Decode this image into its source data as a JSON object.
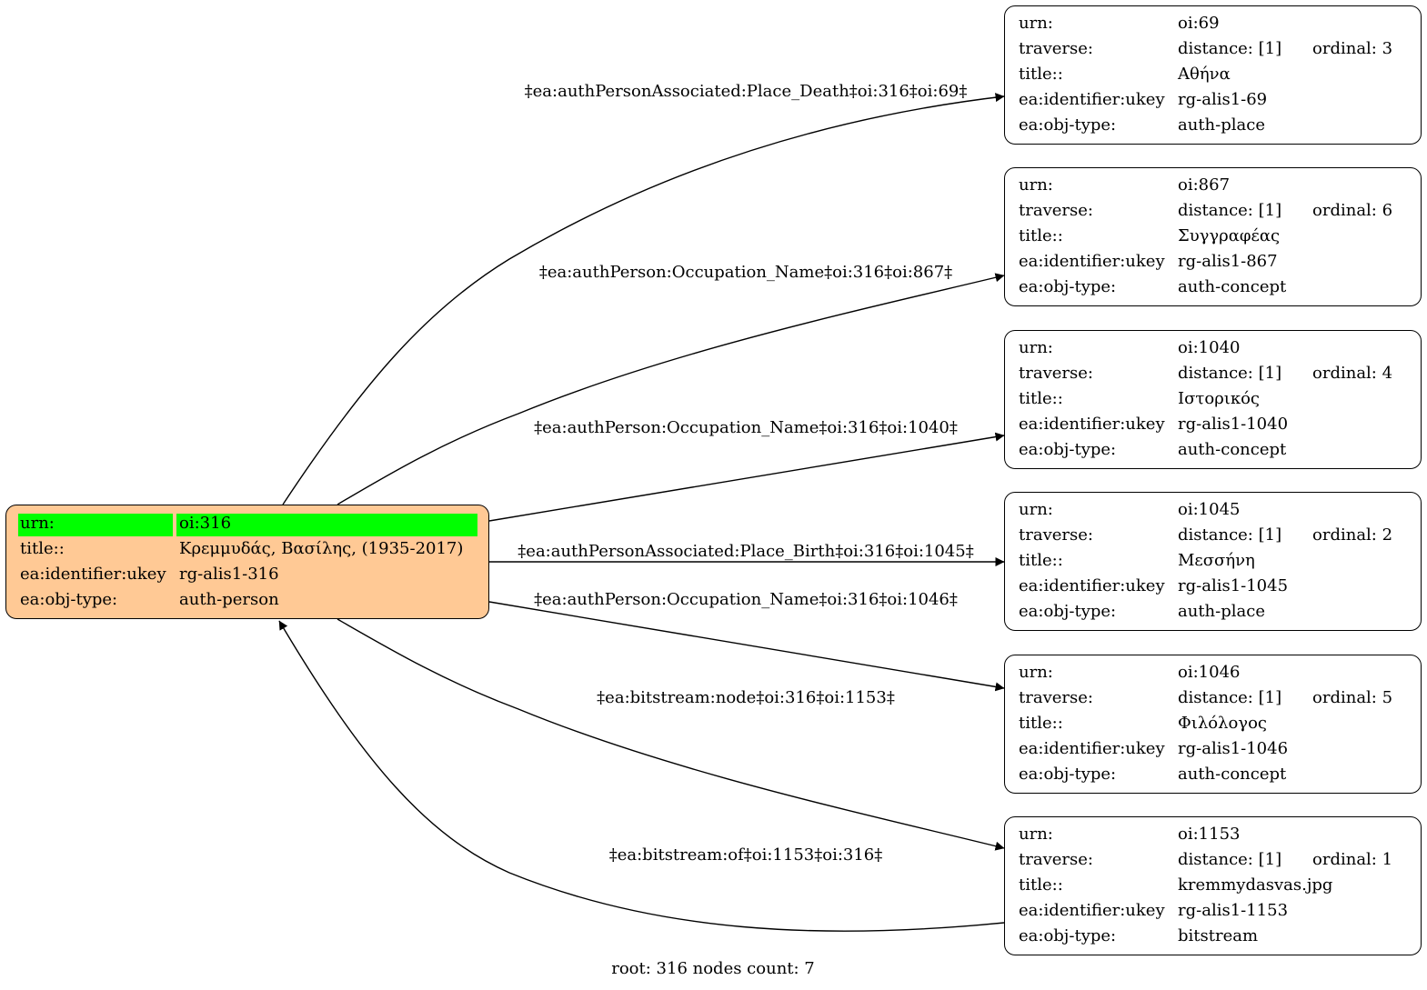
{
  "root_node": {
    "rows": [
      {
        "key": "urn:",
        "value": "oi:316"
      },
      {
        "key": "title::",
        "value": "Κρεμμυδάς, Βασίλης, (1935-2017)"
      },
      {
        "key": "ea:identifier:ukey",
        "value": "rg-alis1-316"
      },
      {
        "key": "ea:obj-type:",
        "value": "auth-person"
      }
    ],
    "fill_color": "#ffc995",
    "highlight_color": "#00ff00"
  },
  "nodes": [
    {
      "urn": "oi:69",
      "distance": "distance: [1]",
      "ordinal": "ordinal: 3",
      "title": "Αθήνα",
      "ukey": "rg-alis1-69",
      "obj_type": "auth-place"
    },
    {
      "urn": "oi:867",
      "distance": "distance: [1]",
      "ordinal": "ordinal: 6",
      "title": "Συγγραφέας",
      "ukey": "rg-alis1-867",
      "obj_type": "auth-concept"
    },
    {
      "urn": "oi:1040",
      "distance": "distance: [1]",
      "ordinal": "ordinal: 4",
      "title": "Ιστορικός",
      "ukey": "rg-alis1-1040",
      "obj_type": "auth-concept"
    },
    {
      "urn": "oi:1045",
      "distance": "distance: [1]",
      "ordinal": "ordinal: 2",
      "title": "Μεσσήνη",
      "ukey": "rg-alis1-1045",
      "obj_type": "auth-place"
    },
    {
      "urn": "oi:1046",
      "distance": "distance: [1]",
      "ordinal": "ordinal: 5",
      "title": "Φιλόλογος",
      "ukey": "rg-alis1-1046",
      "obj_type": "auth-concept"
    },
    {
      "urn": "oi:1153",
      "distance": "distance: [1]",
      "ordinal": "ordinal: 1",
      "title": "kremmydasvas.jpg",
      "ukey": "rg-alis1-1153",
      "obj_type": "bitstream"
    }
  ],
  "field_labels": {
    "urn": "urn:",
    "traverse": "traverse:",
    "title": "title::",
    "ukey": "ea:identifier:ukey",
    "obj_type": "ea:obj-type:"
  },
  "edges": [
    {
      "label": "‡ea:authPersonAssociated:Place_Death‡oi:316‡oi:69‡"
    },
    {
      "label": "‡ea:authPerson:Occupation_Name‡oi:316‡oi:867‡"
    },
    {
      "label": "‡ea:authPerson:Occupation_Name‡oi:316‡oi:1040‡"
    },
    {
      "label": "‡ea:authPersonAssociated:Place_Birth‡oi:316‡oi:1045‡"
    },
    {
      "label": "‡ea:authPerson:Occupation_Name‡oi:316‡oi:1046‡"
    },
    {
      "label": "‡ea:bitstream:node‡oi:316‡oi:1153‡"
    },
    {
      "label": "‡ea:bitstream:of‡oi:1153‡oi:316‡"
    }
  ],
  "footer": "root: 316 nodes count: 7"
}
